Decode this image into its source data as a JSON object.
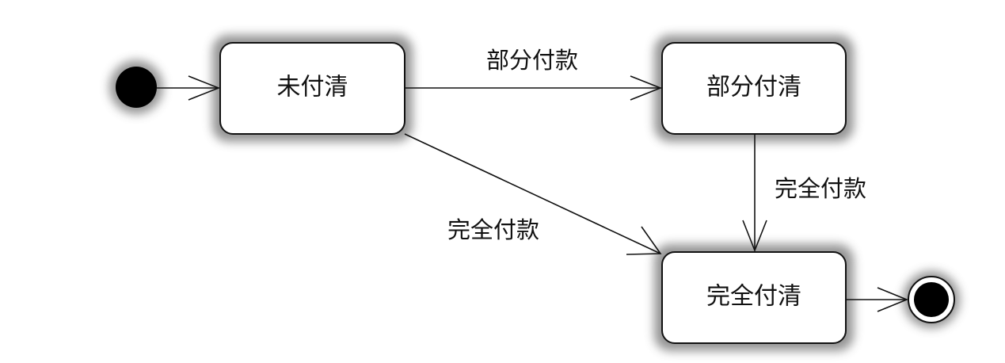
{
  "states": {
    "unpaid": "未付清",
    "partial": "部分付清",
    "full": "完全付清"
  },
  "transitions": {
    "unpaid_to_partial": "部分付款",
    "partial_to_full": "完全付款",
    "unpaid_to_full": "完全付款"
  },
  "colors": {
    "stroke": "#111111",
    "fill": "#ffffff",
    "shadow": "#8a8a8a"
  }
}
